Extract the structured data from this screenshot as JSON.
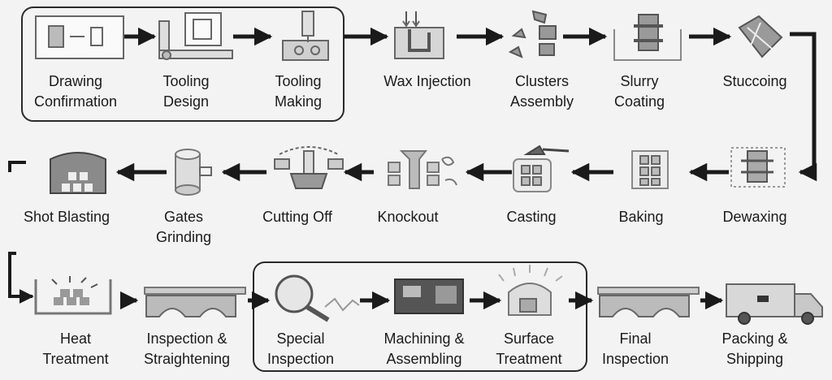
{
  "title": "",
  "steps": [
    {
      "lines": [
        "Drawing",
        "Confirmation"
      ],
      "icon": "blueprint-icon"
    },
    {
      "lines": [
        "Tooling",
        "Design"
      ],
      "icon": "drafting-icon"
    },
    {
      "lines": [
        "Tooling",
        "Making"
      ],
      "icon": "mold-icon"
    },
    {
      "lines": [
        "Wax Injection"
      ],
      "icon": "injection-icon"
    },
    {
      "lines": [
        "Clusters",
        "Assembly"
      ],
      "icon": "cluster-icon"
    },
    {
      "lines": [
        "Slurry",
        "Coating"
      ],
      "icon": "dipping-icon"
    },
    {
      "lines": [
        "Stuccoing"
      ],
      "icon": "stucco-icon"
    },
    {
      "lines": [
        "Dewaxing"
      ],
      "icon": "dewaxing-icon"
    },
    {
      "lines": [
        "Baking"
      ],
      "icon": "oven-icon"
    },
    {
      "lines": [
        "Casting"
      ],
      "icon": "ladle-icon"
    },
    {
      "lines": [
        "Knockout"
      ],
      "icon": "knockout-icon"
    },
    {
      "lines": [
        "Cutting Off"
      ],
      "icon": "saw-icon"
    },
    {
      "lines": [
        "Gates",
        "Grinding"
      ],
      "icon": "grinder-icon"
    },
    {
      "lines": [
        "Shot Blasting"
      ],
      "icon": "blast-chamber-icon"
    },
    {
      "lines": [
        "Heat",
        "Treatment"
      ],
      "icon": "furnace-icon"
    },
    {
      "lines": [
        "Inspection &",
        "Straightening"
      ],
      "icon": "press-icon"
    },
    {
      "lines": [
        "Special",
        "Inspection"
      ],
      "icon": "magnifier-icon"
    },
    {
      "lines": [
        "Machining &",
        "Assembling"
      ],
      "icon": "lathe-icon"
    },
    {
      "lines": [
        "Surface",
        "Treatment"
      ],
      "icon": "polish-icon"
    },
    {
      "lines": [
        "Final",
        "Inspection"
      ],
      "icon": "press-icon"
    },
    {
      "lines": [
        "Packing &",
        "Shipping"
      ],
      "icon": "truck-icon"
    }
  ],
  "groups": [
    {
      "name": "tooling-group",
      "from_step": 0,
      "to_step": 2
    },
    {
      "name": "finishing-group",
      "from_step": 16,
      "to_step": 18
    }
  ],
  "colors": {
    "arrow": "#1a1a1a",
    "icon": "#666666",
    "icon_fill": "#bdbdbd",
    "frame": "#2a2a2a",
    "text": "#1b1b1b"
  }
}
